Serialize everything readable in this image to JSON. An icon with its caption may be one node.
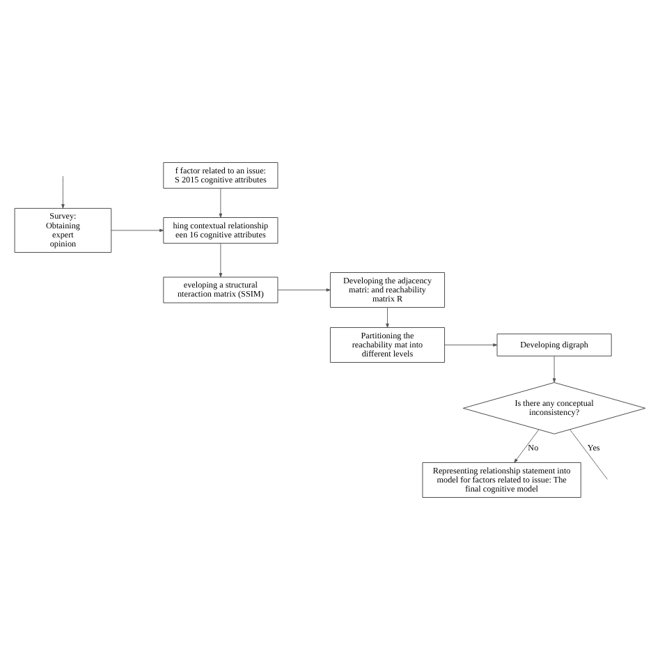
{
  "diagram": {
    "nodes": [
      {
        "text": [
          "f factor related to an issue: S 2015 cognitive attributes"
        ]
      },
      {
        "text": [
          "hing contextual relationship een 16 cognitive attributes"
        ]
      },
      {
        "text": [
          "Survey: Obtaining expert opinion"
        ]
      },
      {
        "text": [
          "eveloping a structural nteraction matrix (SSIM)"
        ]
      },
      {
        "text": [
          "Developing the adjacency matri: and reachability matrix R"
        ]
      },
      {
        "text": [
          "Partitioning the reachability mat into different levels"
        ]
      },
      {
        "text": [
          "Developing digraph"
        ]
      },
      {
        "text": [
          "Is there any conceptual inconsistency?"
        ]
      },
      {
        "text": [
          "Representing relationship statement into model for factors related to issue: The final cognitive model"
        ]
      }
    ],
    "edges": [
      {
        "from": 0,
        "to": 1,
        "arrow": "to"
      },
      {
        "from": 2,
        "to": 1,
        "arrow": "to"
      },
      {
        "from": null,
        "to": 2,
        "arrow": "to"
      },
      {
        "from": 1,
        "to": 3,
        "arrow": "to"
      },
      {
        "from": 3,
        "to": 4,
        "arrow": "to"
      },
      {
        "from": 4,
        "to": 5,
        "arrow": "to"
      },
      {
        "from": 5,
        "to": 6,
        "arrow": "to"
      },
      {
        "from": 6,
        "to": 7,
        "arrow": "to"
      },
      {
        "from": 7,
        "to": 8,
        "label": "No",
        "arrow": "to"
      },
      {
        "from": 7,
        "to": null,
        "label": "Yes",
        "arrow": "none"
      }
    ]
  }
}
